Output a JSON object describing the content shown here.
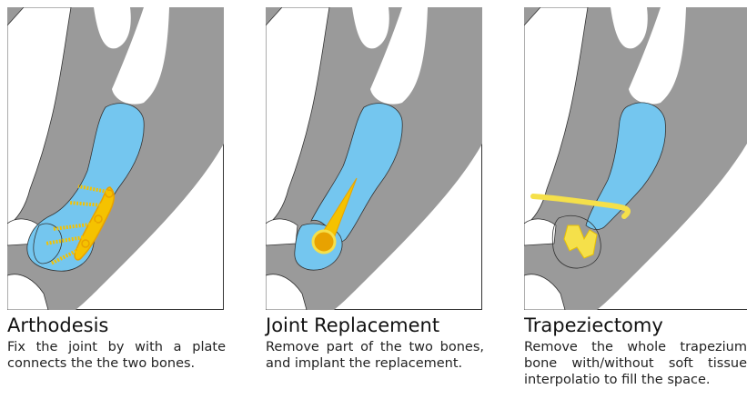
{
  "procedures": [
    {
      "title": "Arthodesis",
      "description": "Fix the joint by with a plate connects the the two bones."
    },
    {
      "title": "Joint Replacement",
      "description": "Remove part of the two bones, and implant the replacement."
    },
    {
      "title": "Trapeziectomy",
      "description": "Remove the whole trapezium bone with/without soft tissue interpolatio to fill the space."
    }
  ],
  "colors": {
    "tissue": "#9a9a9a",
    "bone": "#ffffff",
    "metacarpal": "#74c6ef",
    "implant": "#f5c200",
    "implant_dark": "#e8a200",
    "outline": "#333333"
  }
}
